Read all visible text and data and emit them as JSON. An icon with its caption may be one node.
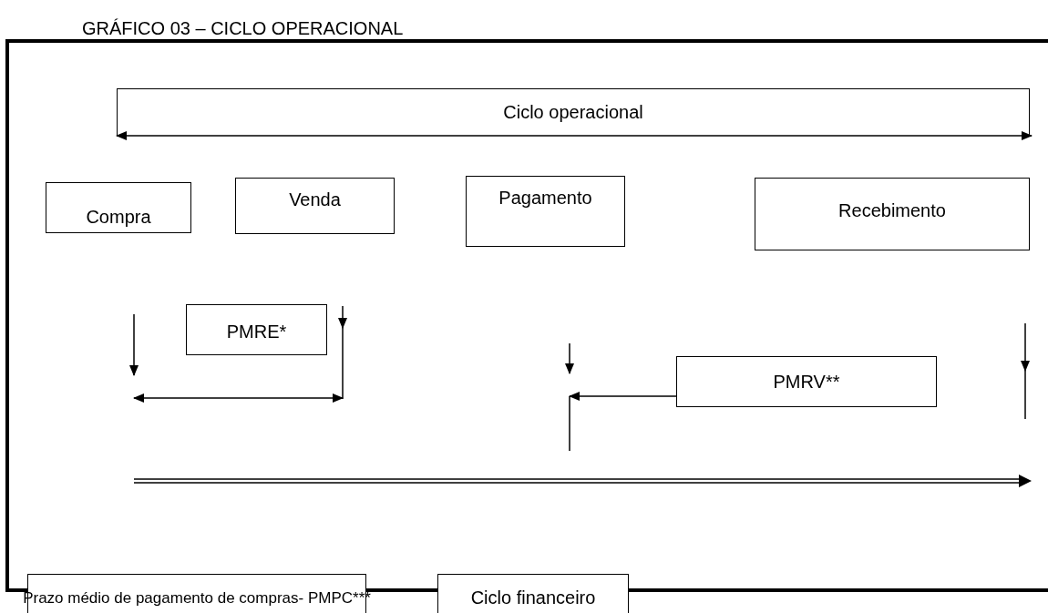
{
  "diagram": {
    "title": "GRÁFICO 03 – CICLO OPERACIONAL",
    "nodes": [
      {
        "text": [
          "Ciclo operacional"
        ]
      },
      {
        "text": [
          "Compra"
        ]
      },
      {
        "text": [
          "Venda"
        ]
      },
      {
        "text": [
          "Pagamento"
        ]
      },
      {
        "text": [
          "Recebimento"
        ]
      },
      {
        "text": [
          "PMRE*"
        ]
      },
      {
        "text": [
          "PMRV**"
        ]
      },
      {
        "text": [
          "Prazo médio de pagamento de compras- PMPC***"
        ]
      },
      {
        "text": [
          "Ciclo financeiro"
        ]
      }
    ],
    "edges": []
  }
}
